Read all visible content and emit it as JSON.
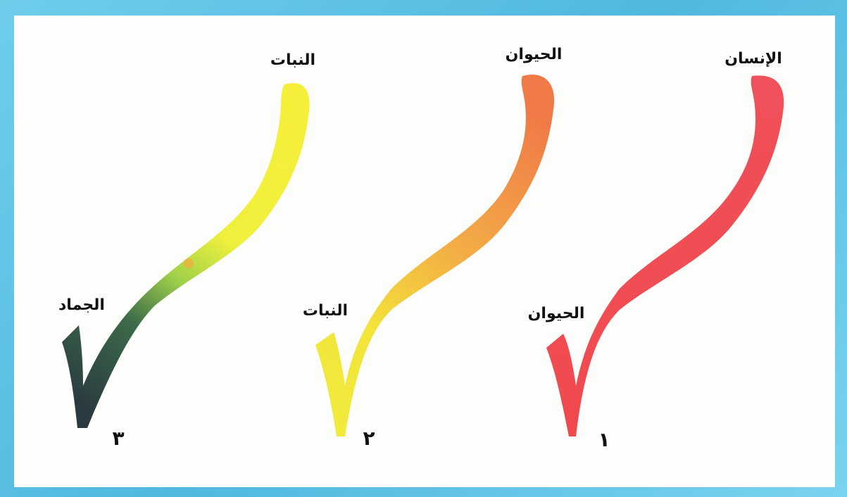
{
  "diagram": {
    "panels": [
      {
        "number": "١",
        "top_label": "الإنسان",
        "bottom_label": "الحيوان",
        "colors": {
          "top": "#f0505a",
          "bottom": "#f04a4e"
        }
      },
      {
        "number": "٢",
        "top_label": "الحيوان",
        "bottom_label": "النبات",
        "colors": {
          "top": "#f07a48",
          "bottom": "#f3e33a"
        }
      },
      {
        "number": "٣",
        "top_label": "النبات",
        "bottom_label": "الجماد",
        "colors": {
          "top": "#f6ef3a",
          "mid": "#9ed04a",
          "bottom": "#2a3a40"
        }
      }
    ]
  }
}
